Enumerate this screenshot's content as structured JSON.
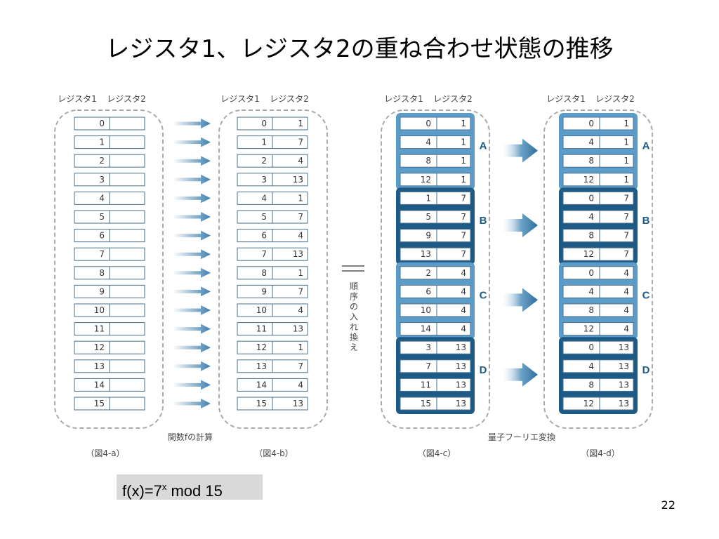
{
  "title": "レジスタ1、レジスタ2の重ね合わせ状態の推移",
  "page_number": "22",
  "formula": {
    "base": "f(x)=7",
    "exponent": "x",
    "rest": " mod 15"
  },
  "headers": {
    "register1": "レジスタ1",
    "register2": "レジスタ2"
  },
  "labels": {
    "function_calc": "関数fの計算",
    "reorder": "順序の入れ換え",
    "qft": "量子フーリエ変換",
    "equals": "="
  },
  "captions": {
    "a": "（図4-a）",
    "b": "（図4-b）",
    "c": "（図4-c）",
    "d": "（図4-d）"
  },
  "panel_a": {
    "rows": [
      "0",
      "1",
      "2",
      "3",
      "4",
      "5",
      "6",
      "7",
      "8",
      "9",
      "10",
      "11",
      "12",
      "13",
      "14",
      "15"
    ]
  },
  "panel_b": {
    "rows": [
      [
        "0",
        "1"
      ],
      [
        "1",
        "7"
      ],
      [
        "2",
        "4"
      ],
      [
        "3",
        "13"
      ],
      [
        "4",
        "1"
      ],
      [
        "5",
        "7"
      ],
      [
        "6",
        "4"
      ],
      [
        "7",
        "13"
      ],
      [
        "8",
        "1"
      ],
      [
        "9",
        "7"
      ],
      [
        "10",
        "4"
      ],
      [
        "11",
        "13"
      ],
      [
        "12",
        "1"
      ],
      [
        "13",
        "7"
      ],
      [
        "14",
        "4"
      ],
      [
        "15",
        "13"
      ]
    ]
  },
  "panel_c": {
    "groups": [
      {
        "label": "A",
        "rows": [
          [
            "0",
            "1"
          ],
          [
            "4",
            "1"
          ],
          [
            "8",
            "1"
          ],
          [
            "12",
            "1"
          ]
        ]
      },
      {
        "label": "B",
        "rows": [
          [
            "1",
            "7"
          ],
          [
            "5",
            "7"
          ],
          [
            "9",
            "7"
          ],
          [
            "13",
            "7"
          ]
        ]
      },
      {
        "label": "C",
        "rows": [
          [
            "2",
            "4"
          ],
          [
            "6",
            "4"
          ],
          [
            "10",
            "4"
          ],
          [
            "14",
            "4"
          ]
        ]
      },
      {
        "label": "D",
        "rows": [
          [
            "3",
            "13"
          ],
          [
            "7",
            "13"
          ],
          [
            "11",
            "13"
          ],
          [
            "15",
            "13"
          ]
        ]
      }
    ]
  },
  "panel_d": {
    "groups": [
      {
        "label": "A",
        "rows": [
          [
            "0",
            "1"
          ],
          [
            "4",
            "1"
          ],
          [
            "8",
            "1"
          ],
          [
            "12",
            "1"
          ]
        ]
      },
      {
        "label": "B",
        "rows": [
          [
            "0",
            "7"
          ],
          [
            "4",
            "7"
          ],
          [
            "8",
            "7"
          ],
          [
            "12",
            "7"
          ]
        ]
      },
      {
        "label": "C",
        "rows": [
          [
            "0",
            "4"
          ],
          [
            "4",
            "4"
          ],
          [
            "8",
            "4"
          ],
          [
            "12",
            "4"
          ]
        ]
      },
      {
        "label": "D",
        "rows": [
          [
            "0",
            "13"
          ],
          [
            "4",
            "13"
          ],
          [
            "8",
            "13"
          ],
          [
            "12",
            "13"
          ]
        ]
      }
    ]
  },
  "colors": {
    "light_group": "#5c9cc9",
    "dark_group": "#1e5a86",
    "arrow": "#3f7fae",
    "dashed": "#aaaaaa",
    "formula_bg": "#d9d9d9"
  }
}
